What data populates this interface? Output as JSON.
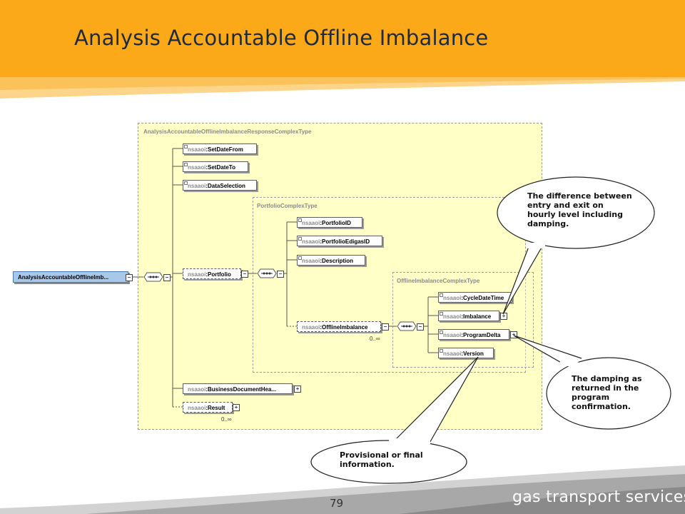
{
  "header": {
    "title": "Analysis Accountable Offline Imbalance",
    "color": "#fba919"
  },
  "schema": {
    "root_element": "AnalysisAccountableOfflineImb...",
    "response_type": {
      "label": "AnalysisAccountableOfflineImbalanceResponseComplexType",
      "elements": [
        {
          "ns": "nsaaoi",
          "name": "SetDateFrom"
        },
        {
          "ns": "nsaaoi",
          "name": "SetDateTo"
        },
        {
          "ns": "nsaaoi",
          "name": "DataSelection"
        },
        {
          "ns": "nsaaoi",
          "name": "Portfolio"
        },
        {
          "ns": "nsaaoi",
          "name": "BusinessDocumentHea..."
        },
        {
          "ns": "nsaaoi",
          "name": "Result",
          "cardinality": "0..∞"
        }
      ]
    },
    "portfolio_type": {
      "label": "PortfolioComplexType",
      "elements": [
        {
          "ns": "nsaaoi",
          "name": "PortfolioID"
        },
        {
          "ns": "nsaaoi",
          "name": "PortfolioEdigasID"
        },
        {
          "ns": "nsaaoi",
          "name": "Description"
        },
        {
          "ns": "nsaaoi",
          "name": "OfflineImbalance",
          "cardinality": "0..∞"
        }
      ]
    },
    "offline_type": {
      "label": "OfflineImbalanceComplexType",
      "elements": [
        {
          "ns": "nsaaoi",
          "name": "CycleDateTime"
        },
        {
          "ns": "nsaaoi",
          "name": "Imbalance"
        },
        {
          "ns": "nsaaoi",
          "name": "ProgramDelta"
        },
        {
          "ns": "nsaaoi",
          "name": "Version"
        }
      ]
    },
    "ns_separator": ":",
    "expand_symbol": "+",
    "collapse_symbol": "−"
  },
  "callouts": {
    "imbalance": "The difference between entry and exit on hourly level including damping.",
    "program_delta": "The damping as returned in the program confirmation.",
    "version": "Provisional or final information."
  },
  "footer": {
    "page_number": "79",
    "brand": "gas transport services"
  }
}
